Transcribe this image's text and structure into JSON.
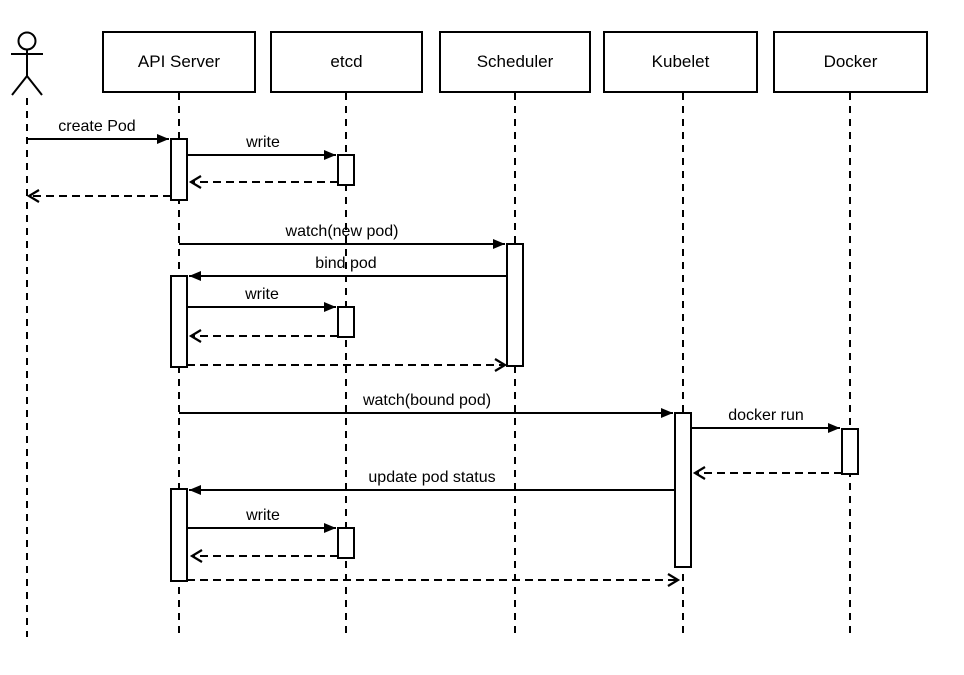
{
  "diagram_type": "uml-sequence",
  "colors": {
    "stroke": "#000000",
    "fill": "#ffffff"
  },
  "participants": [
    {
      "id": "user",
      "type": "actor",
      "label": ""
    },
    {
      "id": "api_server",
      "type": "box",
      "label": "API Server"
    },
    {
      "id": "etcd",
      "type": "box",
      "label": "etcd"
    },
    {
      "id": "scheduler",
      "type": "box",
      "label": "Scheduler"
    },
    {
      "id": "kubelet",
      "type": "box",
      "label": "Kubelet"
    },
    {
      "id": "docker",
      "type": "box",
      "label": "Docker"
    }
  ],
  "messages": [
    {
      "from": "user",
      "to": "api_server",
      "label": "create Pod",
      "type": "sync"
    },
    {
      "from": "api_server",
      "to": "etcd",
      "label": "write",
      "type": "sync"
    },
    {
      "from": "etcd",
      "to": "api_server",
      "label": "",
      "type": "return"
    },
    {
      "from": "api_server",
      "to": "user",
      "label": "",
      "type": "return"
    },
    {
      "from": "api_server",
      "to": "scheduler",
      "label": "watch(new pod)",
      "type": "sync"
    },
    {
      "from": "scheduler",
      "to": "api_server",
      "label": "bind pod",
      "type": "sync"
    },
    {
      "from": "api_server",
      "to": "etcd",
      "label": "write",
      "type": "sync"
    },
    {
      "from": "etcd",
      "to": "api_server",
      "label": "",
      "type": "return"
    },
    {
      "from": "api_server",
      "to": "scheduler",
      "label": "",
      "type": "return"
    },
    {
      "from": "api_server",
      "to": "kubelet",
      "label": "watch(bound pod)",
      "type": "sync"
    },
    {
      "from": "kubelet",
      "to": "docker",
      "label": "docker run",
      "type": "sync"
    },
    {
      "from": "docker",
      "to": "kubelet",
      "label": "",
      "type": "return"
    },
    {
      "from": "kubelet",
      "to": "api_server",
      "label": "update pod status",
      "type": "sync"
    },
    {
      "from": "api_server",
      "to": "etcd",
      "label": "write",
      "type": "sync"
    },
    {
      "from": "etcd",
      "to": "api_server",
      "label": "",
      "type": "return"
    },
    {
      "from": "api_server",
      "to": "kubelet",
      "label": "",
      "type": "return"
    }
  ]
}
